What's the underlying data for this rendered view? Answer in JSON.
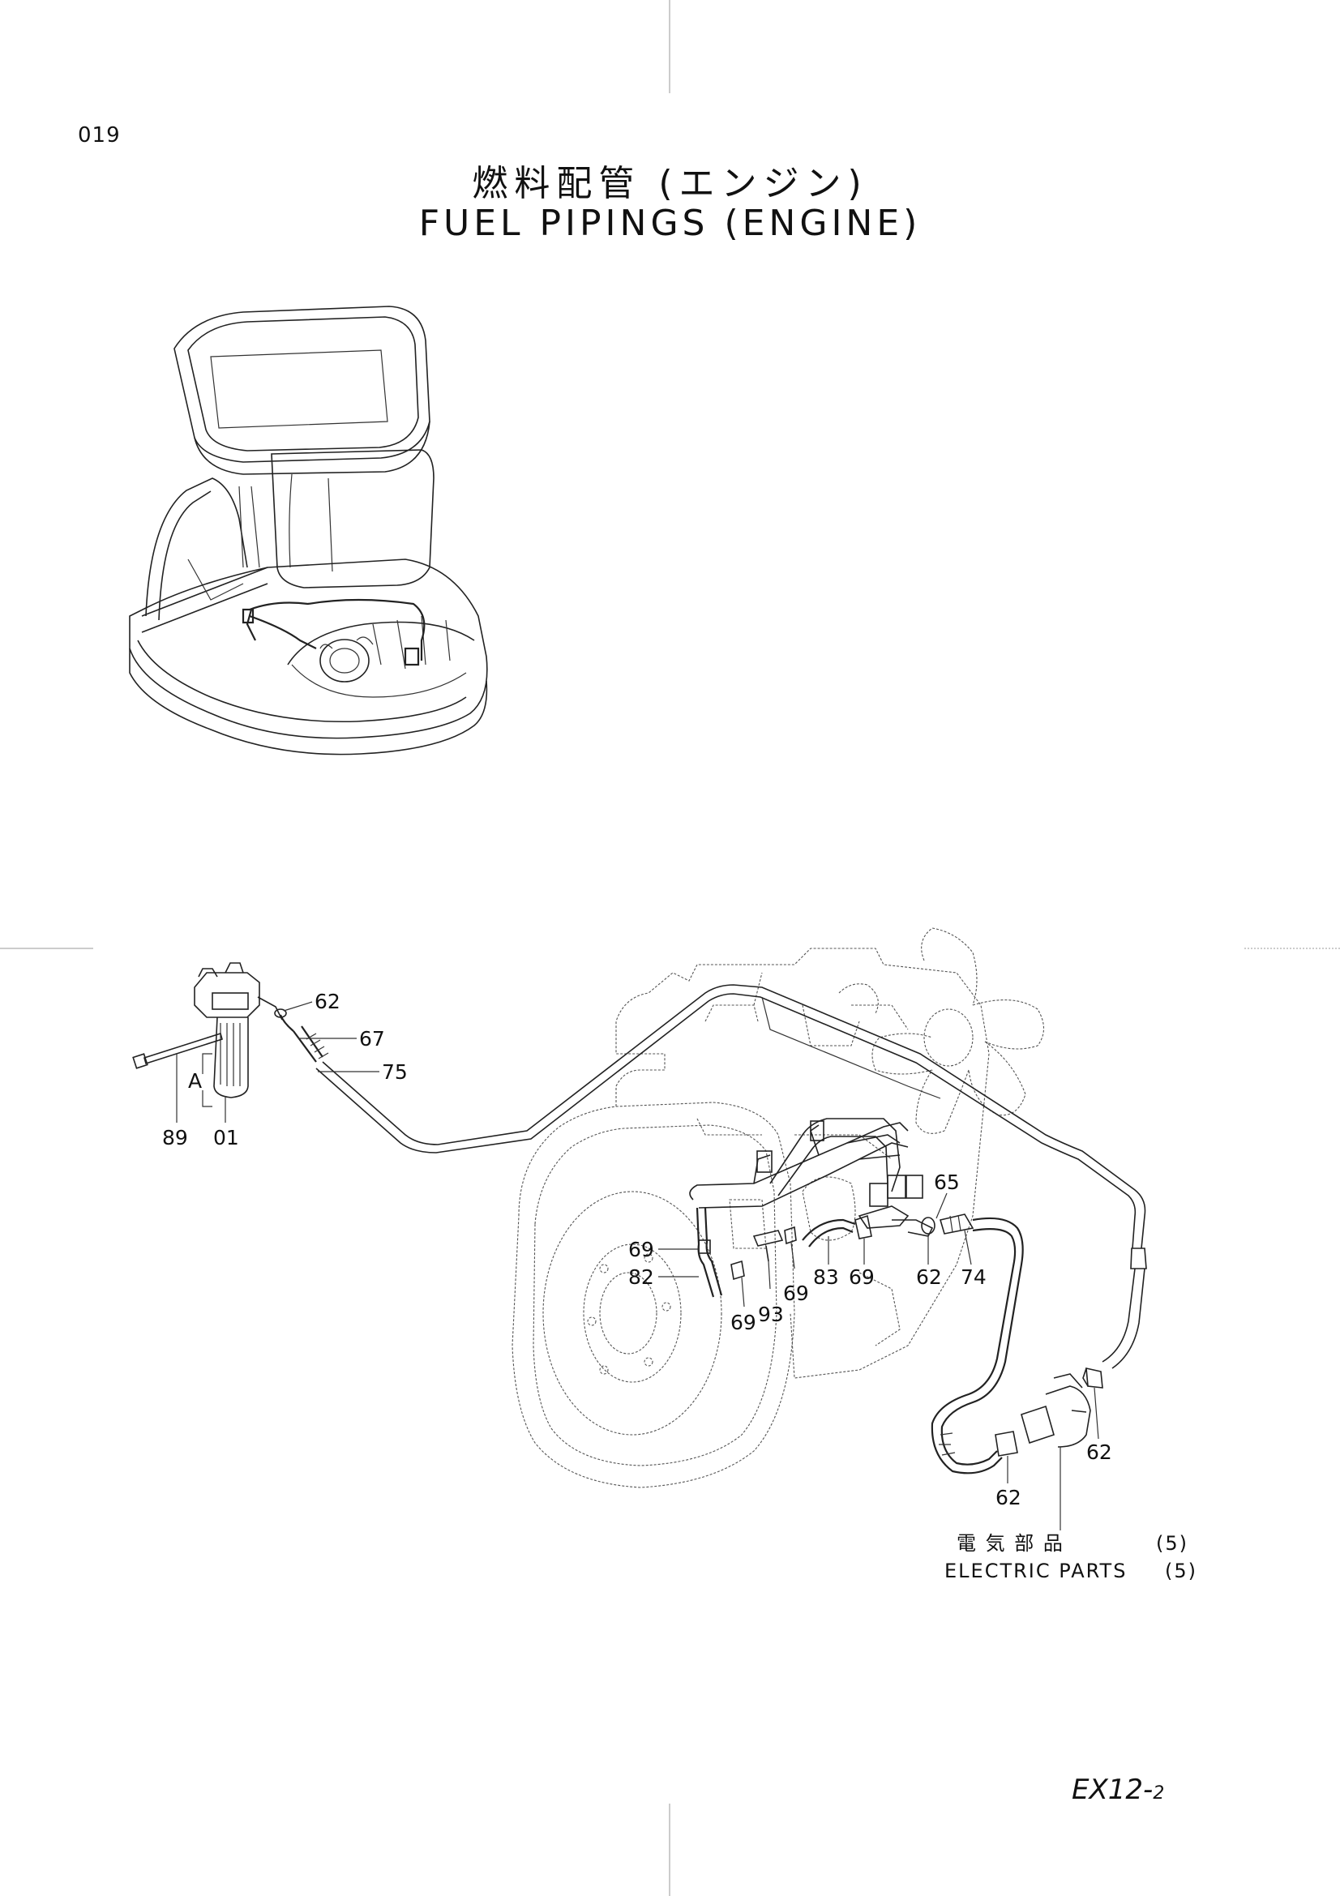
{
  "header": {
    "page_number": "019",
    "title_jp": "燃料配管 (エンジン)",
    "title_en": "FUEL PIPINGS (ENGINE)"
  },
  "callouts": {
    "c62_a": "62",
    "c67": "67",
    "c75": "75",
    "c89": "89",
    "c01": "01",
    "cA": "A",
    "c65": "65",
    "c69_a": "69",
    "c82": "82",
    "c69_b": "69",
    "c93": "93",
    "c69_c": "69",
    "c83": "83",
    "c69_d": "69",
    "c62_b": "62",
    "c74": "74",
    "c62_c": "62",
    "c62_d": "62"
  },
  "reference": {
    "jp": "電 気 部 品",
    "en": "ELECTRIC PARTS",
    "num": "(5)"
  },
  "footer": {
    "code_main": "EX12-",
    "code_sub": "2"
  }
}
